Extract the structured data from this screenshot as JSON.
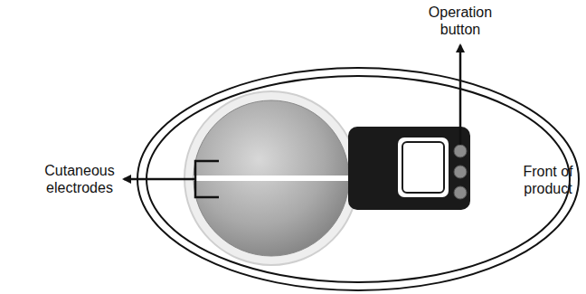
{
  "diagram": {
    "labels": [
      "Operation button",
      "Cutaneous electrodes",
      "Front of product"
    ]
  }
}
